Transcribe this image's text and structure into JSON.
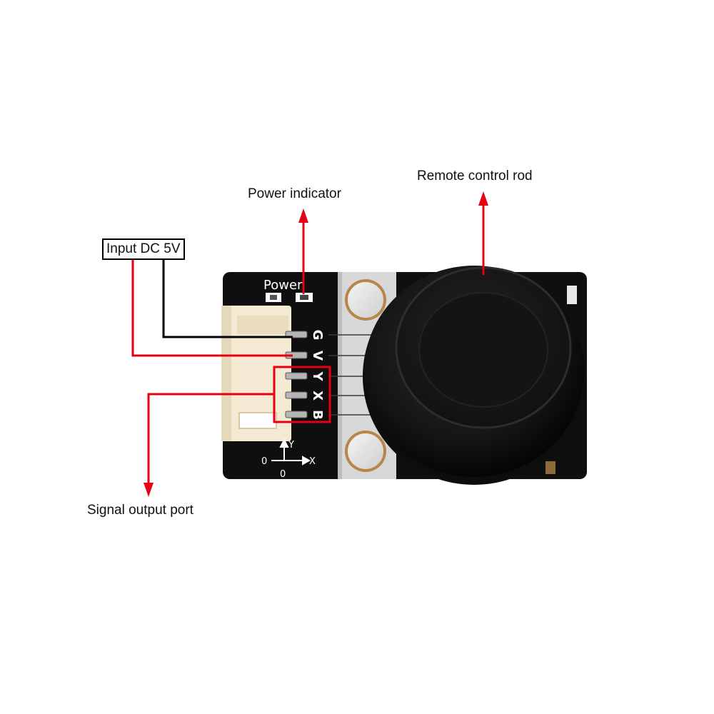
{
  "labels": {
    "remote_control_rod": "Remote control rod",
    "power_indicator": "Power indicator",
    "input_dc": "Input DC 5V",
    "signal_output_port": "Signal output port"
  },
  "board": {
    "power_silk": "Power",
    "pins": [
      "G",
      "V",
      "Y",
      "X",
      "B"
    ],
    "axis_y": "Y",
    "axis_x": "X",
    "origin_left": "0",
    "origin_bottom": "0"
  },
  "colors": {
    "arrow_red": "#e60012",
    "board_black": "#0f0f0f",
    "connector_cream": "#f4e9d2",
    "joystick_black": "#1a1a1a"
  }
}
